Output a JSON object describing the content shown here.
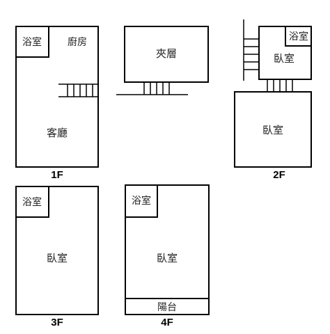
{
  "floors": {
    "f1": {
      "label": "1F",
      "rooms": {
        "bath": "浴室",
        "kitchen": "廚房",
        "living": "客廳"
      }
    },
    "mezz": {
      "rooms": {
        "mezzanine": "夾層"
      }
    },
    "f2": {
      "label": "2F",
      "rooms": {
        "bath": "浴室",
        "bedroom_upper": "臥室",
        "bedroom_lower": "臥室"
      }
    },
    "f3": {
      "label": "3F",
      "rooms": {
        "bath": "浴室",
        "bedroom": "臥室"
      }
    },
    "f4": {
      "label": "4F",
      "rooms": {
        "bath": "浴室",
        "bedroom": "臥室",
        "balcony": "陽台"
      }
    }
  }
}
